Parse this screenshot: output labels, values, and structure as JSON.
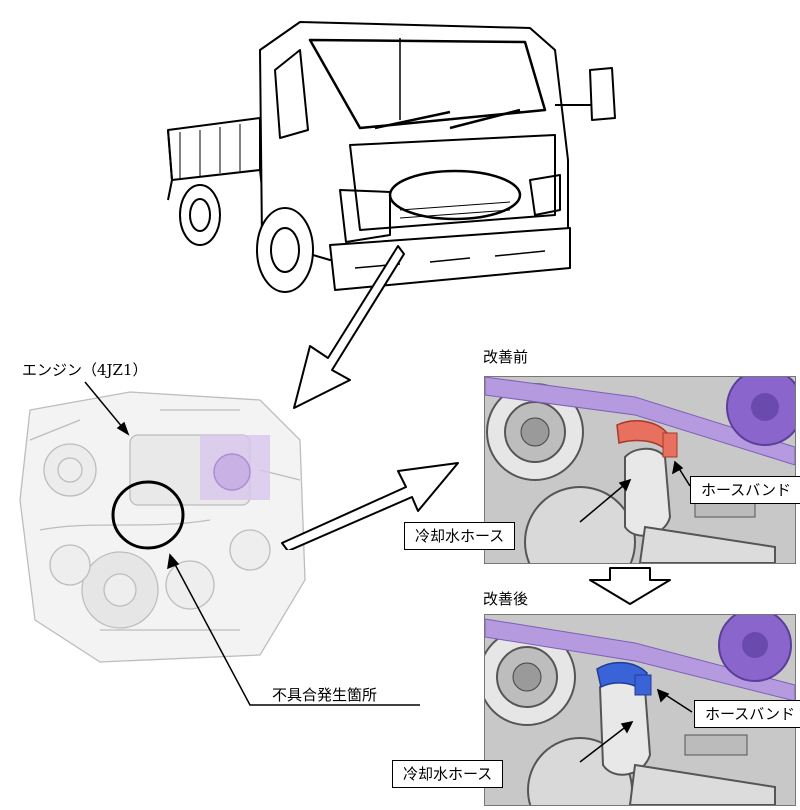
{
  "labels": {
    "engine": "エンジン（4JZ1）",
    "defect_location": "不具合発生箇所",
    "before": "改善前",
    "after": "改善後",
    "hose_band_before": "ホースバンド",
    "coolant_hose_before": "冷却水ホース",
    "hose_band_after": "ホースバンド",
    "coolant_hose_after": "冷却水ホース"
  },
  "colors": {
    "belt": "#b69ae0",
    "pulley_purple": "#8a66cc",
    "band_before": "#e7705f",
    "band_after": "#3b63d8",
    "engine_highlight": "#d9c6ee"
  }
}
